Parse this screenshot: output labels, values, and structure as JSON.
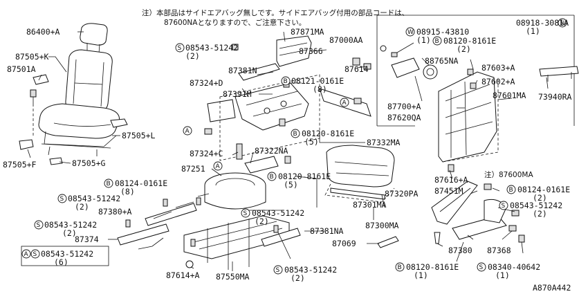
{
  "notes": {
    "line1": "注）本部品はサイドエアバッグ無しです。サイドエアバッグ付用の部品コードは、",
    "line2": "87600NAとなりますので、ご注意下さい。",
    "bottom_note": "注）87600MA"
  },
  "figure_id": "A870A442",
  "symbols": {
    "S": "S",
    "B": "B",
    "N": "N",
    "W": "W",
    "A": "A"
  },
  "callouts": {
    "c86400A": "86400+A",
    "c87505K": "87505+K",
    "c87501A": "87501A",
    "c87505L": "87505+L",
    "c87505F": "87505+F",
    "c87505G": "87505+G",
    "c87871MA": "87871MA",
    "c87000AA": "87000AA",
    "s08543_51242_a": "08543-51242",
    "s08543_51242_a_qty": "(2)",
    "c87366": "87366",
    "c87381N": "87381N",
    "c87324D": "87324+D",
    "c87391M": "87391M",
    "b08121_0161E": "08121-0161E",
    "b08121_0161E_qty": "(8)",
    "c87614": "87614",
    "w08915_43810": "08915-43810",
    "w08915_43810_qty": "(1)",
    "n08918_3081A": "08918-3081A",
    "n08918_3081A_qty": "(1)",
    "b08120_8161E_a": "08120-8161E",
    "b08120_8161E_a_qty": "(2)",
    "c88765NA": "88765NA",
    "c87603A": "87603+A",
    "c87602A": "87602+A",
    "c73940RA": "73940RA",
    "c87601MA": "87601MA",
    "c87700A": "87700+A",
    "c87620QA": "87620QA",
    "b08120_8161E_b": "08120-8161E",
    "b08120_8161E_b_qty": "(5)",
    "c87332MA": "87332MA",
    "c87324C": "87324+C",
    "c87322NA": "87322NA",
    "c87251": "87251",
    "b08124_0161E_a": "08124-0161E",
    "b08124_0161E_a_qty": "(8)",
    "s08543_51242_b": "08543-51242",
    "s08543_51242_b_qty": "(2)",
    "c87380A": "87380+A",
    "b08120_8161E_c": "08120-8161E",
    "b08120_8161E_c_qty": "(5)",
    "c87320PA": "87320PA",
    "c87301MA": "87301MA",
    "c87616A": "87616+A",
    "c87451M": "87451M",
    "b08124_0161E_b": "08124-0161E",
    "b08124_0161E_b_qty": "(2)",
    "s08543_51242_c": "08543-51242",
    "s08543_51242_c_qty": "(2)",
    "s08543_51242_d": "08543-51242",
    "s08543_51242_d_qty": "(2)",
    "s08543_51242_e": "08543-51242",
    "s08543_51242_e_qty": "(2)",
    "c87381NA": "87381NA",
    "c87300MA": "87300MA",
    "c87374": "87374",
    "s08543_51242_f": "08543-51242",
    "s08543_51242_f_qty": "(6)",
    "c87069": "87069",
    "c87380": "87380",
    "c87368": "87368",
    "c87614A": "87614+A",
    "c87550MA": "87550MA",
    "s08543_51242_g": "08543-51242",
    "s08543_51242_g_qty": "(2)",
    "b08120_8161E_d": "08120-8161E",
    "b08120_8161E_d_qty": "(1)",
    "s08340_40642": "08340-40642",
    "s08340_40642_qty": "(1)"
  }
}
